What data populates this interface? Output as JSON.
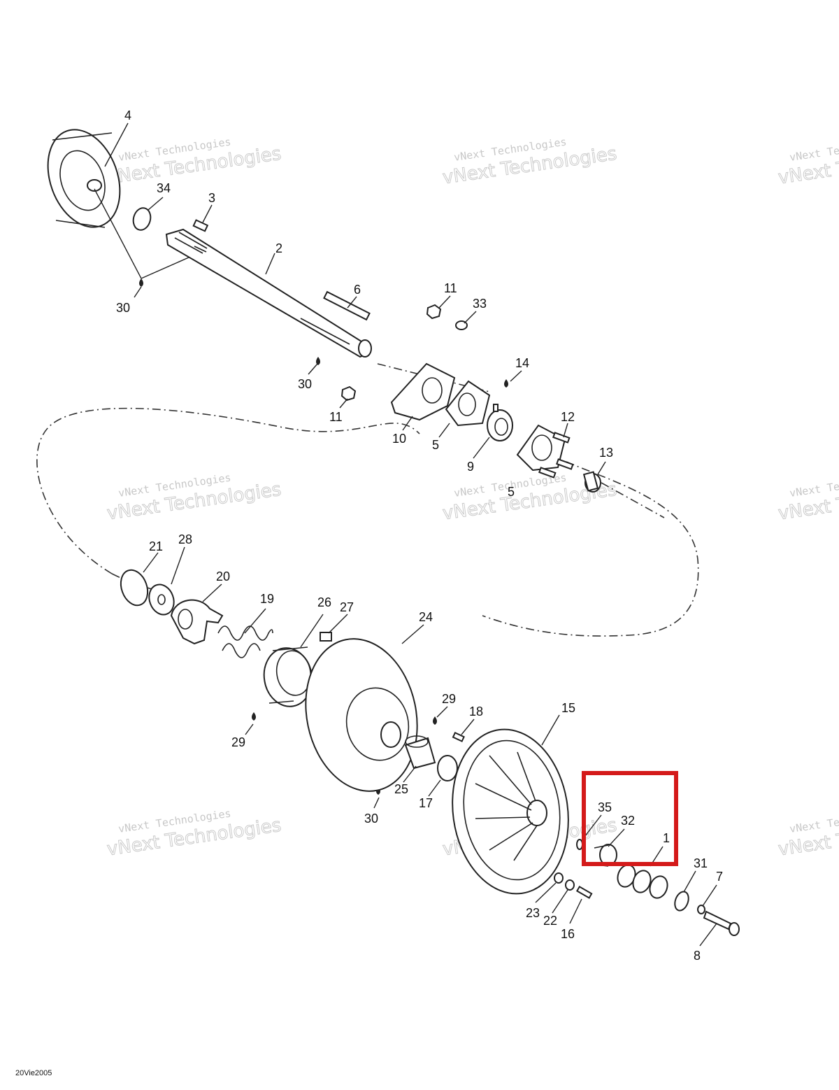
{
  "watermark": {
    "line1": "vNext Technologies",
    "line2": "vNext Technologies"
  },
  "footer_code": "20Vie2005",
  "labels": {
    "p1": "1",
    "p2": "2",
    "p3": "3",
    "p4": "4",
    "p5a": "5",
    "p5b": "5",
    "p6": "6",
    "p7": "7",
    "p8": "8",
    "p9": "9",
    "p10": "10",
    "p11a": "11",
    "p11b": "11",
    "p12": "12",
    "p13": "13",
    "p14": "14",
    "p15": "15",
    "p16": "16",
    "p17": "17",
    "p18": "18",
    "p19": "19",
    "p20": "20",
    "p21": "21",
    "p22": "22",
    "p23": "23",
    "p24": "24",
    "p25": "25",
    "p26": "26",
    "p27": "27",
    "p28": "28",
    "p29a": "29",
    "p29b": "29",
    "p30a": "30",
    "p30b": "30",
    "p30c": "30",
    "p31": "31",
    "p32": "32",
    "p33": "33",
    "p34": "34",
    "p35": "35"
  },
  "highlight": {
    "color": "#d41a1a",
    "parts": [
      "35",
      "32",
      "1"
    ]
  }
}
